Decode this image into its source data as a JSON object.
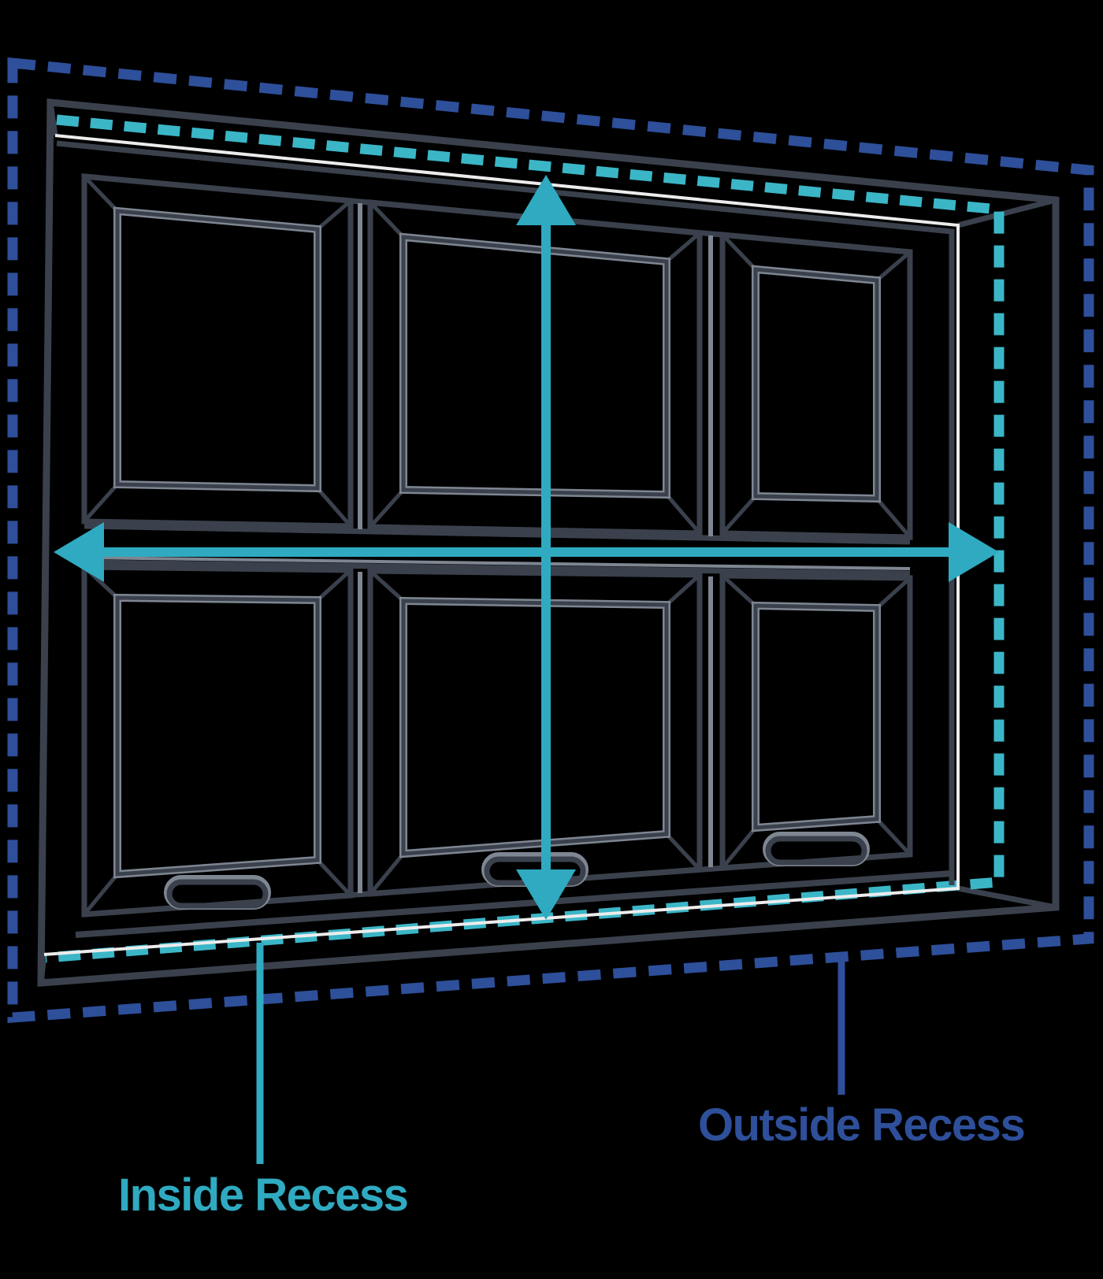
{
  "diagram": {
    "type": "window-recess-measurement-guide",
    "labels": {
      "inside": "Inside Recess",
      "outside": "Outside Recess"
    },
    "colors": {
      "background": "#000000",
      "outside_accent": "#2E4F9A",
      "inside_dash": "#3BB6C7",
      "inside_text": "#2FAAC1",
      "frame_dark": "#3A414D",
      "frame_light": "#7E8692",
      "frame_white": "#ECECEC"
    }
  }
}
